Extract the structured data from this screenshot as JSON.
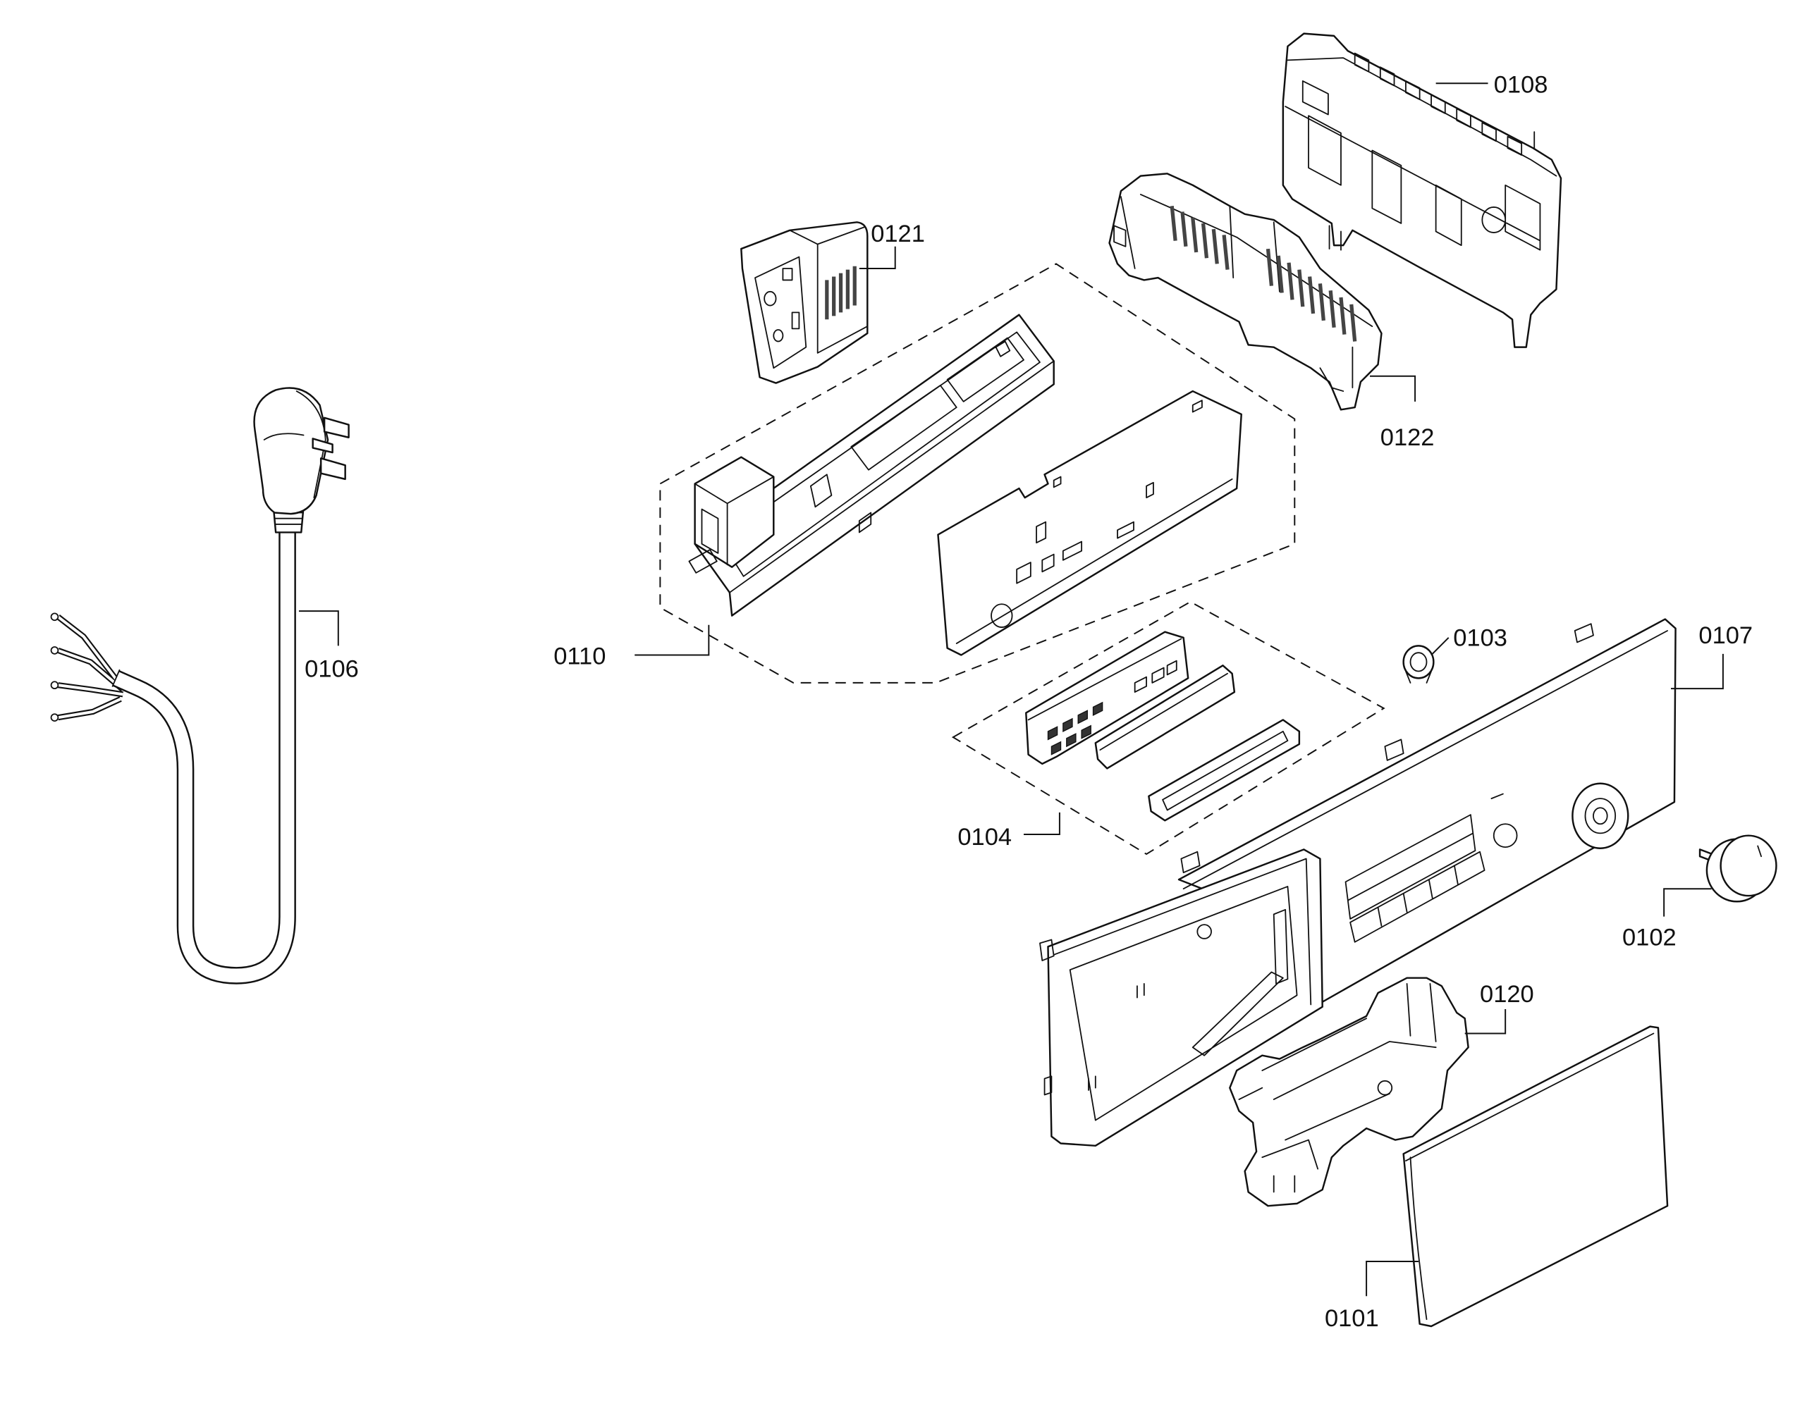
{
  "part_numbers": [
    "0108",
    "0121",
    "0122",
    "0106",
    "0110",
    "0104",
    "0103",
    "0107",
    "0102",
    "0120",
    "0101"
  ],
  "colors": {
    "line": "#111111",
    "background": "#ffffff",
    "rib": "#444444"
  }
}
